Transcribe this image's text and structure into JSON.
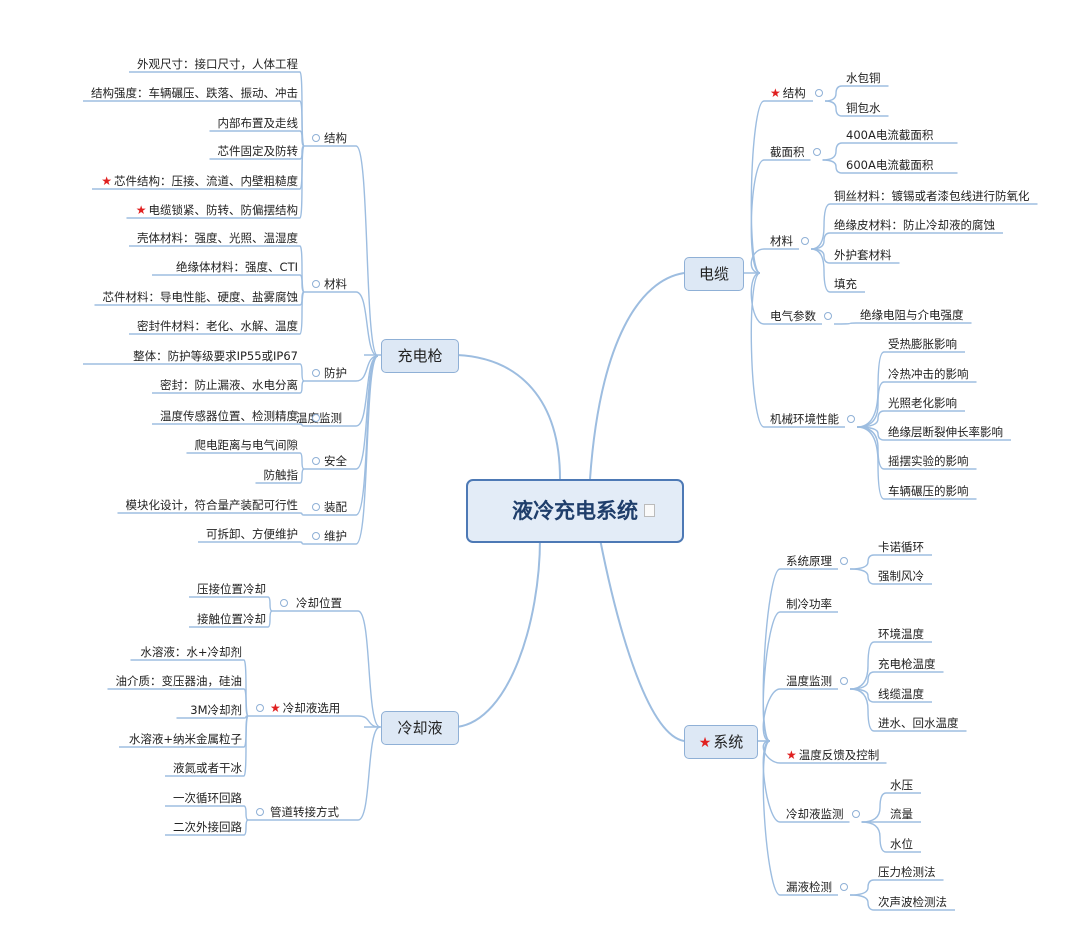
{
  "root": {
    "label": "液冷充电系统",
    "note_icon": "note-icon"
  },
  "branches": {
    "gun": {
      "label": "充电枪",
      "groups": [
        {
          "label": "结构",
          "items": [
            {
              "text": "外观尺寸：接口尺寸，人体工程"
            },
            {
              "text": "结构强度：车辆碾压、跌落、振动、冲击"
            },
            {
              "text": "内部布置及走线"
            },
            {
              "text": "芯件固定及防转"
            },
            {
              "text": "芯件结构：压接、流道、内壁粗糙度",
              "star": true
            },
            {
              "text": "电缆锁紧、防转、防偏摆结构",
              "star": true
            }
          ]
        },
        {
          "label": "材料",
          "items": [
            {
              "text": "壳体材料：强度、光照、温湿度"
            },
            {
              "text": "绝缘体材料：强度、CTI"
            },
            {
              "text": "芯件材料：导电性能、硬度、盐雾腐蚀"
            },
            {
              "text": "密封件材料：老化、水解、温度"
            }
          ]
        },
        {
          "label": "防护",
          "items": [
            {
              "text": "整体：防护等级要求IP55或IP67"
            },
            {
              "text": "密封：防止漏液、水电分离"
            }
          ]
        },
        {
          "label": "温度监测",
          "items": [
            {
              "text": "温度传感器位置、检测精度"
            }
          ]
        },
        {
          "label": "安全",
          "items": [
            {
              "text": "爬电距离与电气间隙"
            },
            {
              "text": "防触指"
            }
          ]
        },
        {
          "label": "装配",
          "items": [
            {
              "text": "模块化设计，符合量产装配可行性"
            }
          ]
        },
        {
          "label": "维护",
          "items": [
            {
              "text": "可拆卸、方便维护"
            }
          ]
        }
      ]
    },
    "coolant": {
      "label": "冷却液",
      "groups": [
        {
          "label": "冷却位置",
          "items": [
            {
              "text": "压接位置冷却"
            },
            {
              "text": "接触位置冷却"
            }
          ]
        },
        {
          "label": "冷却液选用",
          "star": true,
          "items": [
            {
              "text": "水溶液：水+冷却剂"
            },
            {
              "text": "油介质：变压器油，硅油"
            },
            {
              "text": "3M冷却剂"
            },
            {
              "text": "水溶液+纳米金属粒子"
            },
            {
              "text": "液氮或者干冰"
            }
          ]
        },
        {
          "label": "管道转接方式",
          "items": [
            {
              "text": "一次循环回路"
            },
            {
              "text": "二次外接回路"
            }
          ]
        }
      ]
    },
    "cable": {
      "label": "电缆",
      "groups": [
        {
          "label": "结构",
          "star": true,
          "items": [
            {
              "text": "水包铜"
            },
            {
              "text": "铜包水"
            }
          ]
        },
        {
          "label": "截面积",
          "items": [
            {
              "text": "400A电流截面积"
            },
            {
              "text": "600A电流截面积"
            }
          ]
        },
        {
          "label": "材料",
          "items": [
            {
              "text": "铜丝材料：镀锡或者漆包线进行防氧化"
            },
            {
              "text": "绝缘皮材料：防止冷却液的腐蚀"
            },
            {
              "text": "外护套材料"
            },
            {
              "text": "填充"
            }
          ]
        },
        {
          "label": "电气参数",
          "items": [
            {
              "text": "绝缘电阻与介电强度"
            }
          ]
        },
        {
          "label": "机械环境性能",
          "items": [
            {
              "text": "受热膨胀影响"
            },
            {
              "text": "冷热冲击的影响"
            },
            {
              "text": "光照老化影响"
            },
            {
              "text": "绝缘层断裂伸长率影响"
            },
            {
              "text": "摇摆实验的影响"
            },
            {
              "text": "车辆碾压的影响"
            }
          ]
        }
      ]
    },
    "system": {
      "label": "系统",
      "star": true,
      "groups": [
        {
          "label": "系统原理",
          "items": [
            {
              "text": "卡诺循环"
            },
            {
              "text": "强制风冷"
            }
          ]
        },
        {
          "label": "制冷功率",
          "items": []
        },
        {
          "label": "温度监测",
          "items": [
            {
              "text": "环境温度"
            },
            {
              "text": "充电枪温度"
            },
            {
              "text": "线缆温度"
            },
            {
              "text": "进水、回水温度"
            }
          ]
        },
        {
          "label": "温度反馈及控制",
          "star": true,
          "items": []
        },
        {
          "label": "冷却液监测",
          "items": [
            {
              "text": "水压"
            },
            {
              "text": "流量"
            },
            {
              "text": "水位"
            }
          ]
        },
        {
          "label": "漏液检测",
          "items": [
            {
              "text": "压力检测法"
            },
            {
              "text": "次声波检测法"
            }
          ]
        }
      ]
    }
  },
  "colors": {
    "line": "#9dbde0",
    "node_fill": "#dde8f5",
    "node_border": "#8fb0d6",
    "star": "#e02020",
    "root_border": "#4d79b5"
  }
}
